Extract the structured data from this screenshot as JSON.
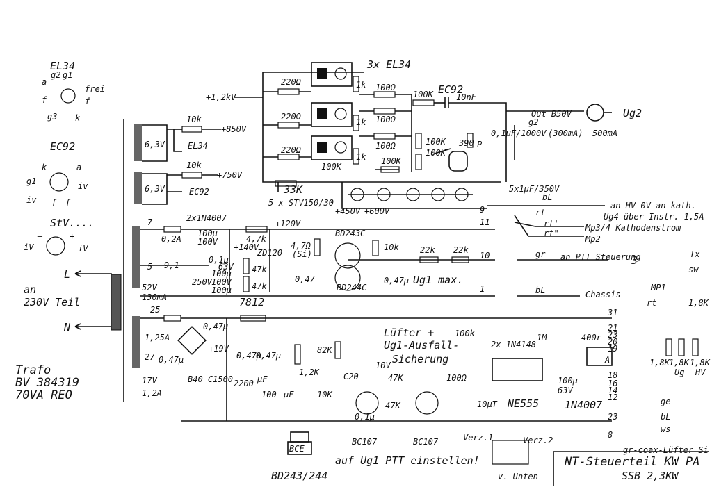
{
  "tubes": {
    "el34": {
      "name": "EL34",
      "g2": "g2",
      "g1": "g1",
      "a": "a",
      "f1": "f",
      "f2": "f",
      "frei": "frei",
      "g3": "g3",
      "k": "k"
    },
    "ec92": {
      "name": "EC92",
      "k": "k",
      "a": "a",
      "g1": "g1",
      "iv1": "iv",
      "iv2": "iv",
      "f1": "f",
      "f2": "f"
    },
    "stv": {
      "name": "StV....",
      "iv1": "iV",
      "iv2": "iV",
      "minus": "–",
      "plus": "+"
    }
  },
  "mains": {
    "l": "L",
    "n": "N",
    "an": "an",
    "teil": "230V Teil"
  },
  "trafo": {
    "l1": "Trafo",
    "l2": "BV 384319",
    "l3": "70VA  REO"
  },
  "heater": {
    "w1": "6,3V",
    "w2": "6,3V",
    "el34": "EL34",
    "ec92": "EC92",
    "r1": "10k",
    "r2": "10k",
    "v1": "+850V",
    "v2": "+750V"
  },
  "hv": {
    "in": "+1,2kV",
    "tubes": "3x EL34",
    "r220a": "220Ω",
    "r220b": "220Ω",
    "r220c": "220Ω",
    "r1ka": "1k",
    "r1kb": "1k",
    "r1kc": "1k",
    "r100a": "100Ω",
    "r100b": "100Ω",
    "r100c": "100Ω",
    "r100k1": "100K",
    "r100k2": "100K",
    "r100k3": "100K",
    "r100k4": "100K",
    "r33k": "33K",
    "ec92": "EC92",
    "c10n": "10nF",
    "r390": "390",
    "p": "P",
    "r100k5": "100K"
  },
  "stab": {
    "label": "5 x STV150/30",
    "v450": "+450V",
    "v600": "+600V",
    "cap": "5x1µF/350V"
  },
  "g2out": {
    "out": "Out B50V",
    "g2": "g2",
    "cap": "0,1µF/1000V",
    "cur": "(300mA)",
    "cur2": "500mA",
    "ug2": "Ug2",
    "bl": "bL",
    "rt": "rt",
    "rt2": "rt'",
    "rt3": "rt\"",
    "hv0": "an HV-0V-an kath.",
    "ug4": "Ug4 über Instr. 1,5A",
    "mp34": "Mp3/4 Kathodenstrom",
    "mp2": "Mp2"
  },
  "ug1": {
    "w7": "7",
    "w5": "5",
    "fuse": "0,2A",
    "diodes": "2x1N4007",
    "c100a": "100µ",
    "v100a": "100V",
    "c100b": "100µ",
    "v100b": "100V",
    "c01": "0,1µ",
    "v250": "250V",
    "c63": "63V",
    "c100c": "100µ",
    "c91": "9,1",
    "v52": "52V",
    "ma130": "130mA",
    "r47k1": "4,7k",
    "v120": "+120V",
    "v140": "+140V",
    "r47ka": "47k",
    "r47kb": "47k",
    "zd": "ZD120",
    "r47": "4,7Ω",
    "si": "(Si)",
    "c047": "0,47",
    "t1": "BD243C",
    "t2": "BD244C",
    "r10k": "10k",
    "p22k": "22k",
    "r22k": "22k",
    "c047b": "0,47µ",
    "ug1max": "Ug1 max.",
    "n9": "9",
    "n11": "11",
    "n10": "10",
    "n1": "1",
    "gr": "gr",
    "ptt": "an PTT Steuerung",
    "n3": "3",
    "bl": "bL",
    "chassis": "Chassis"
  },
  "lv": {
    "w25": "25",
    "fuse": "1,25A",
    "w27": "27",
    "c47a": "0,47µ",
    "v17": "17V",
    "a12": "1,2A",
    "bridge": "B40 C1500",
    "c047": "0,47µ",
    "v19": "+19V",
    "c2200": "2200",
    "c47b": "0,47µ",
    "c47c": "0,47µ",
    "c100": "100",
    "uf": "µF",
    "uf2": "µF",
    "reg": "7812",
    "r12k": "1,2K",
    "r82k": "82K",
    "c20": "C20",
    "r10k": "10K",
    "c01": "0,1µ",
    "z10": "10V",
    "r47k1": "47K",
    "r47k2": "47K",
    "r100": "100Ω",
    "r100k": "100k",
    "c10": "10µT",
    "ne555": "NE555",
    "d1n4148": "2x 1N4148",
    "d1n4007": "1N4007",
    "r1m": "1M",
    "c100u": "100µ",
    "v63": "63V",
    "r400": "400r",
    "a": "A",
    "bc1": "BC107",
    "bc2": "BC107",
    "v1": "Verz.1",
    "v2": "Verz.2",
    "fan1": "Lüfter +",
    "fan2": "Ug1-Ausfall-",
    "fan3": "Sicherung",
    "ptt": "auf Ug1 PTT einstellen!",
    "bd": "BD243/244",
    "bce": "BCE",
    "vu": "v. Unten"
  },
  "right": {
    "tx": "Tx",
    "sw": "sw",
    "mp1": "MP1",
    "rt": "rt",
    "r18k": "1,8K",
    "r18a": "1,8K",
    "r18b": "1,8K",
    "r18c": "1,8K",
    "ug": "Ug",
    "hv": "HV",
    "ge": "ge",
    "bl": "bL",
    "ws": "ws",
    "p31": "31",
    "p21": "21",
    "p23": "23",
    "p20": "20",
    "p19": "19",
    "p18": "18",
    "p16": "16",
    "p14": "14",
    "p12": "12",
    "p23b": "23",
    "p8": "8",
    "footer": "gr-coax-Lüfter Si"
  },
  "title": {
    "l1": "NT-Steuerteil KW PA",
    "l2": "SSB 2,3KW"
  }
}
